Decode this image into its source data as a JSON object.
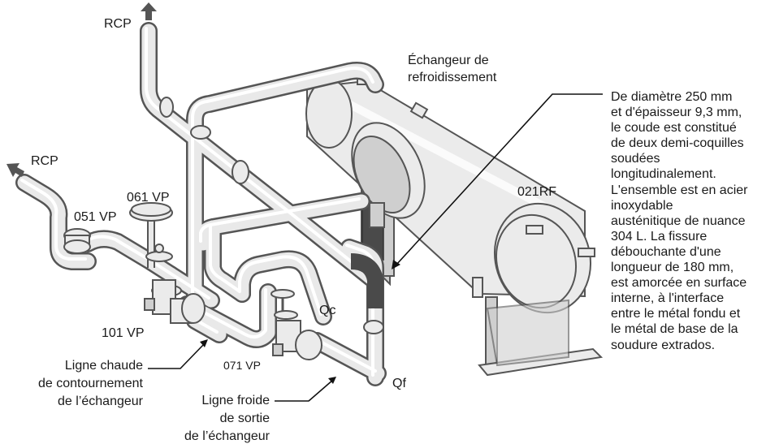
{
  "labels": {
    "rcp_top": "RCP",
    "rcp_left": "RCP",
    "exchanger_line1": "Échangeur de",
    "exchanger_line2": "refroidissement",
    "tag_021rf": "021RF",
    "tag_061vp": "061 VP",
    "tag_051vp": "051 VP",
    "tag_101vp": "101 VP",
    "tag_071vp": "071 VP",
    "tag_qc": "Qc",
    "tag_qf": "Qf",
    "hot_line": [
      "Ligne chaude",
      "de contournement",
      "de l’échangeur"
    ],
    "cold_line": [
      "Ligne froide",
      "de sortie",
      "de l’échangeur"
    ]
  },
  "description_lines": [
    "De diamètre 250 mm",
    "et d'épaisseur 9,3 mm,",
    "le coude est constitué",
    "de deux demi-coquilles",
    "soudées",
    "longitudinalement.",
    "L'ensemble est en acier",
    "inoxydable",
    "austénitique de nuance",
    "304 L. La fissure",
    "débouchante d'une",
    "longueur de 180 mm,",
    "est amorcée en surface",
    "interne, à l'interface",
    "entre le métal fondu et",
    "le métal de base de la",
    "soudure extrados."
  ],
  "colors": {
    "pipe_outline": "#555555",
    "pipe_fill": "#e9e9e9",
    "cracked_elbow": "#4a4a4a",
    "text": "#1a1a1a"
  }
}
